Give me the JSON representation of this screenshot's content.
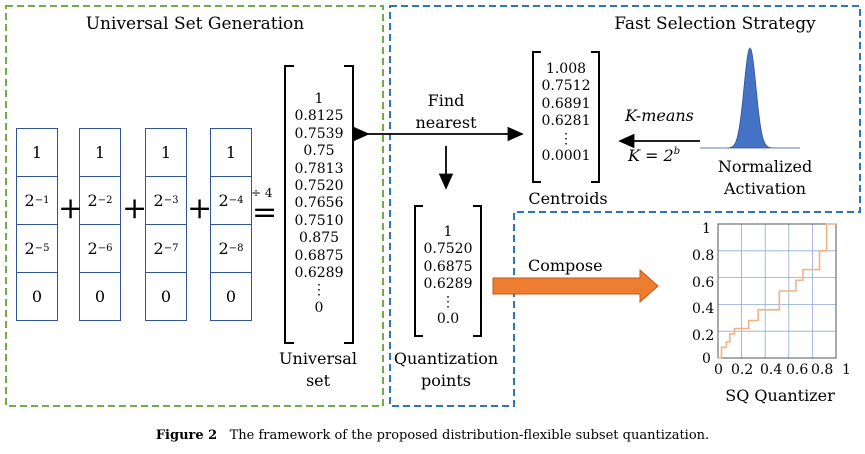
{
  "left_section": {
    "title": "Universal Set Generation"
  },
  "right_section": {
    "title": "Fast Selection Strategy"
  },
  "columns": [
    {
      "cells": [
        "1",
        "2",
        "2",
        "0"
      ],
      "exps": [
        "",
        "−1",
        "−5",
        ""
      ]
    },
    {
      "cells": [
        "1",
        "2",
        "2",
        "0"
      ],
      "exps": [
        "",
        "−2",
        "−6",
        ""
      ]
    },
    {
      "cells": [
        "1",
        "2",
        "2",
        "0"
      ],
      "exps": [
        "",
        "−3",
        "−7",
        ""
      ]
    },
    {
      "cells": [
        "1",
        "2",
        "2",
        "0"
      ],
      "exps": [
        "",
        "−4",
        "−8",
        ""
      ]
    }
  ],
  "operators": {
    "plus": "+",
    "divide": "÷ 4",
    "equals": "="
  },
  "universal_set": {
    "values": [
      "1",
      "0.8125",
      "0.7539",
      "0.75",
      "0.7813",
      "0.7520",
      "0.7656",
      "0.7510",
      "0.875",
      "0.6875",
      "0.6289",
      "⋮",
      "0"
    ],
    "label_line1": "Universal",
    "label_line2": "set"
  },
  "find_nearest": {
    "line1": "Find",
    "line2": "nearest"
  },
  "centroids": {
    "values": [
      "1.008",
      "0.7512",
      "0.6891",
      "0.6281",
      "⋮",
      "0.0001"
    ],
    "label": "Centroids"
  },
  "kmeans": {
    "label": "K-means",
    "formula_left": "K = 2",
    "formula_exp": "b"
  },
  "activation": {
    "line1": "Normalized",
    "line2": "Activation"
  },
  "quantization_points": {
    "values": [
      "1",
      "0.7520",
      "0.6875",
      "0.6289",
      "⋮",
      "0.0"
    ],
    "label_line1": "Quantization",
    "label_line2": "points"
  },
  "compose": {
    "label": "Compose"
  },
  "sq_quantizer": {
    "label": "SQ Quantizer",
    "x_ticks": [
      "0",
      "0.2",
      "0.4",
      "0.6",
      "0.8",
      "1"
    ],
    "y_ticks": [
      "1",
      "0.8",
      "0.6",
      "0.4",
      "0.2",
      "0"
    ],
    "line_color": "#f4b183",
    "grid_color": "#8fa9d6"
  },
  "colors": {
    "green_border": "#70ad47",
    "blue_border": "#2e75b6",
    "arrow_orange": "#ed7d31",
    "bell_blue": "#4472c4"
  },
  "caption": {
    "figure": "Figure 2",
    "text": "The framework of the proposed distribution-flexible subset quantization."
  }
}
